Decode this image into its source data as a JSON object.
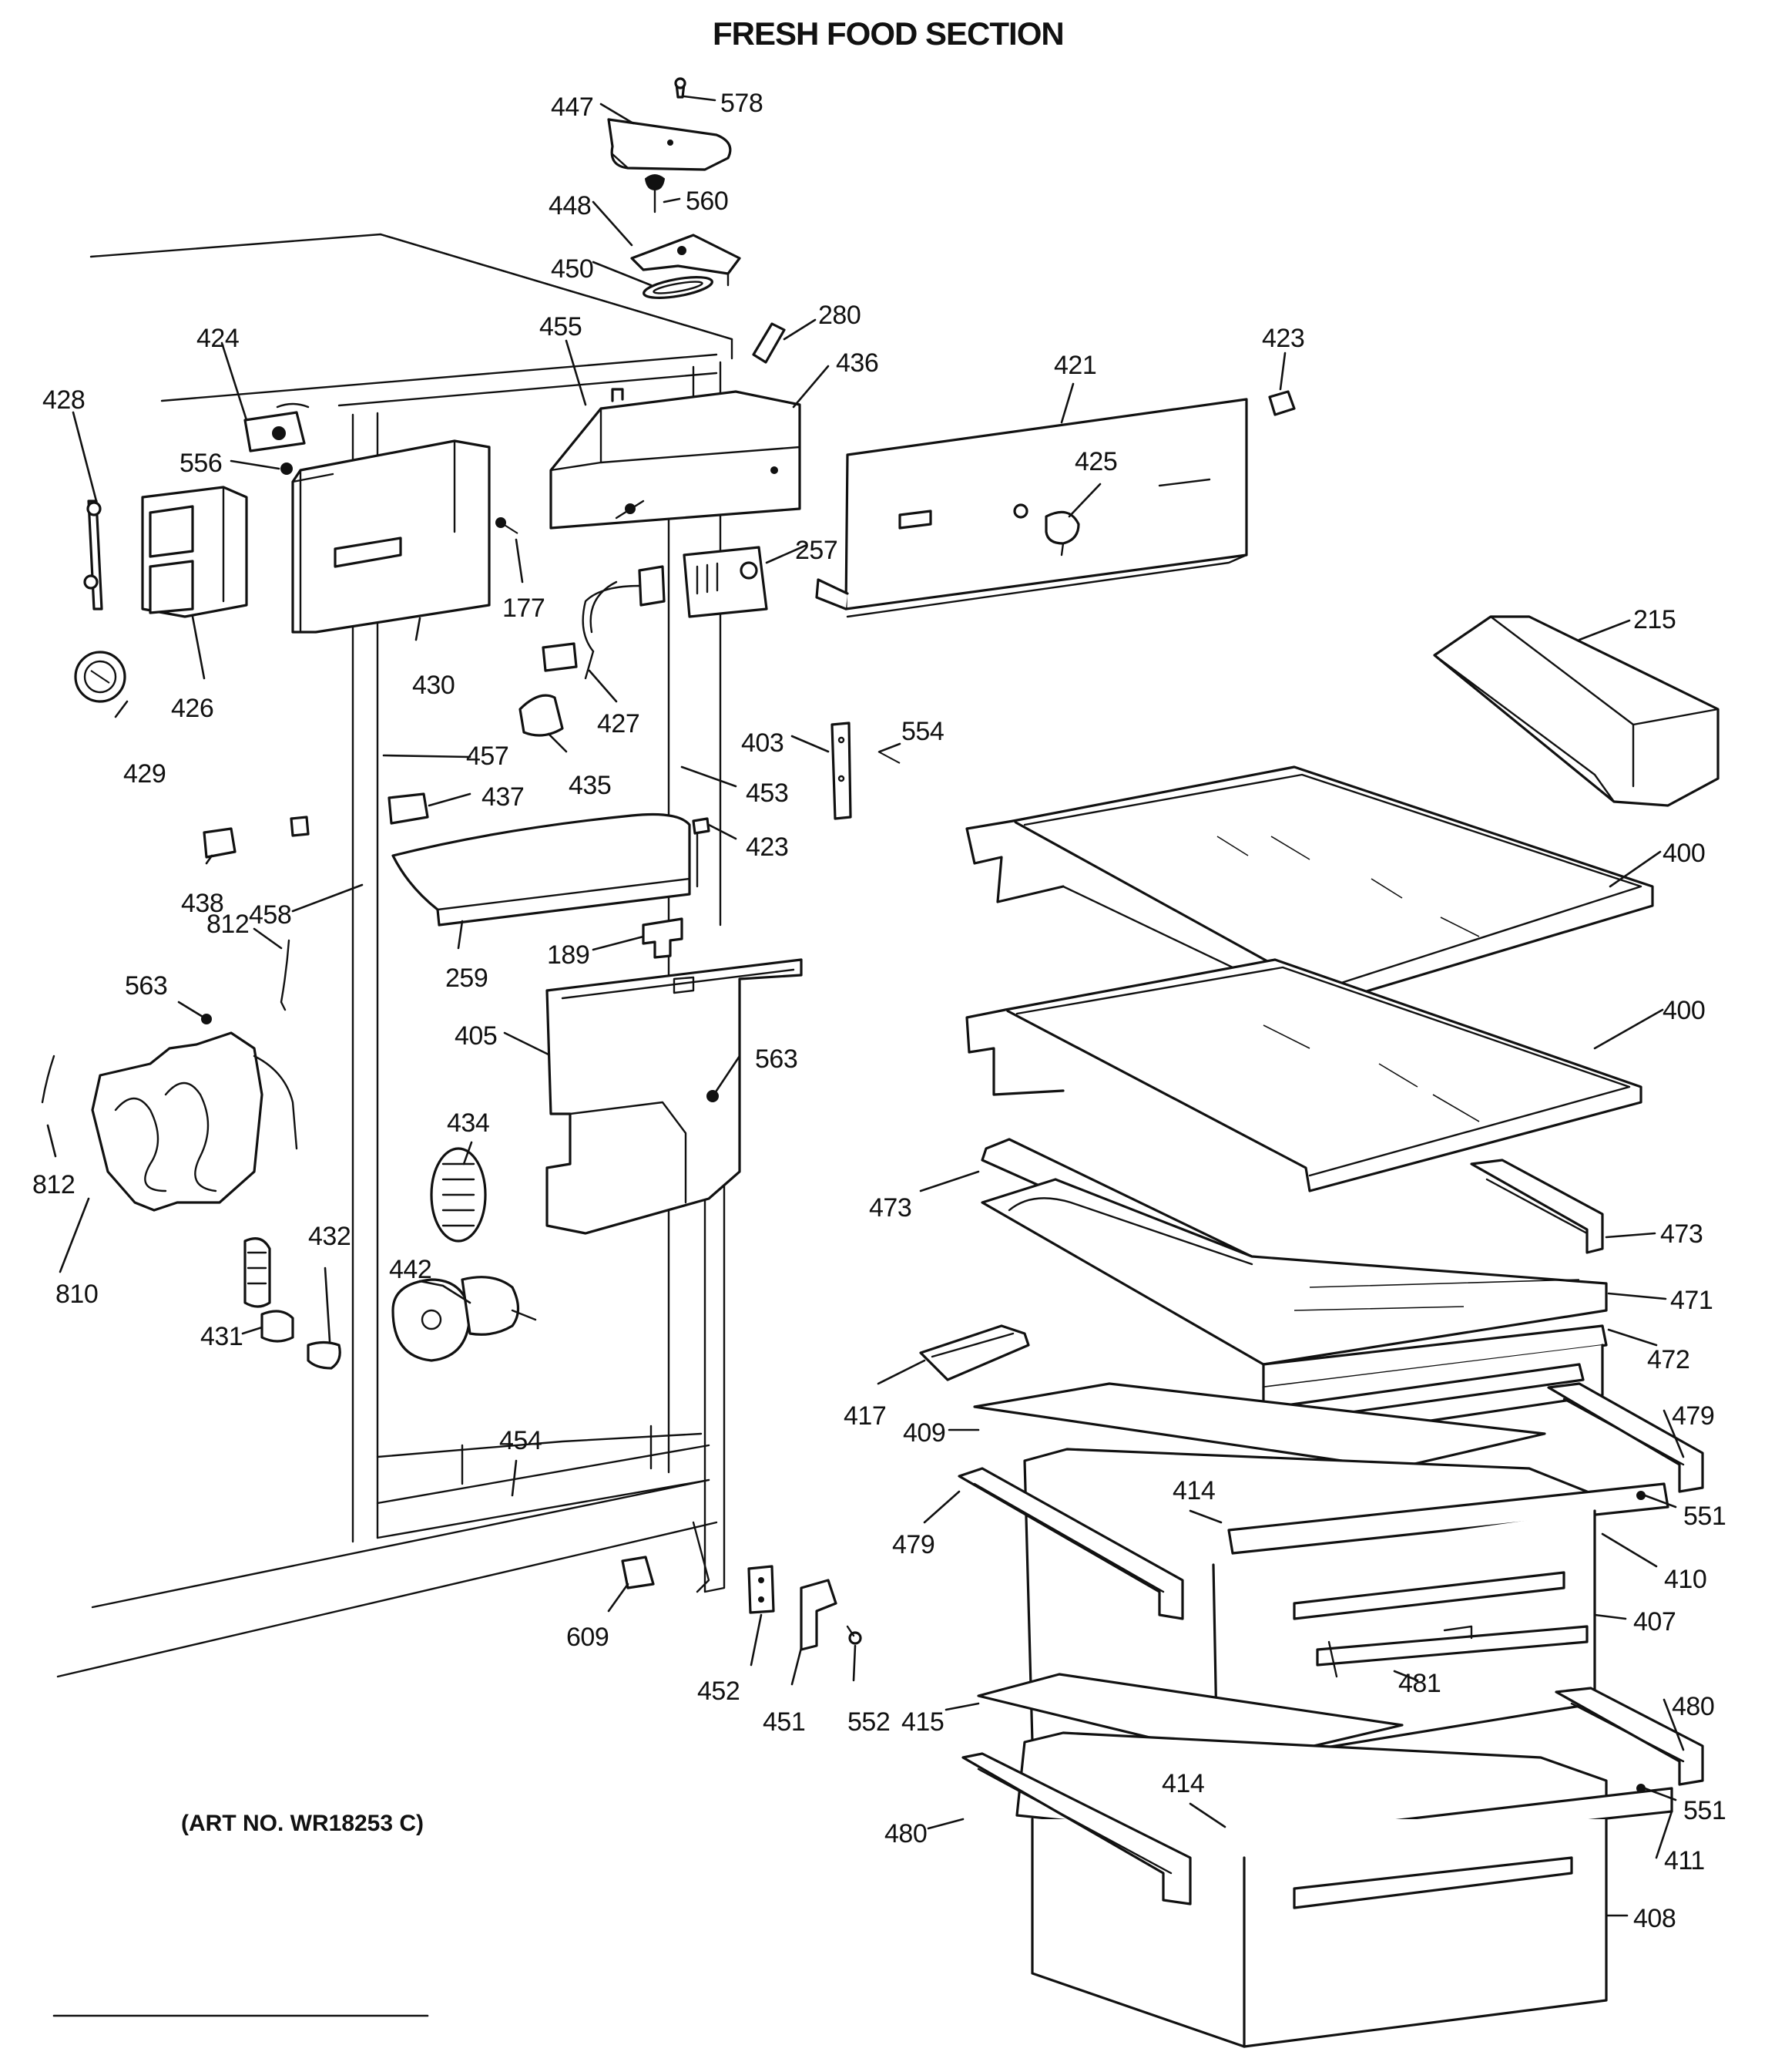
{
  "title": "FRESH FOOD SECTION",
  "art_number": "(ART NO. WR18253 C)",
  "parts": [
    {
      "id": "title",
      "text": "FRESH FOOD SECTION"
    },
    {
      "id": "art",
      "text": "(ART NO. WR18253 C)"
    },
    {
      "id": "l447",
      "text": "447"
    },
    {
      "id": "l578",
      "text": "578"
    },
    {
      "id": "l448",
      "text": "448"
    },
    {
      "id": "l560",
      "text": "560"
    },
    {
      "id": "l450",
      "text": "450"
    },
    {
      "id": "l280",
      "text": "280"
    },
    {
      "id": "l424",
      "text": "424"
    },
    {
      "id": "l455",
      "text": "455"
    },
    {
      "id": "l436",
      "text": "436"
    },
    {
      "id": "l421",
      "text": "421"
    },
    {
      "id": "l423a",
      "text": "423"
    },
    {
      "id": "l428",
      "text": "428"
    },
    {
      "id": "l556",
      "text": "556"
    },
    {
      "id": "l425",
      "text": "425"
    },
    {
      "id": "l257",
      "text": "257"
    },
    {
      "id": "l177",
      "text": "177"
    },
    {
      "id": "l426",
      "text": "426"
    },
    {
      "id": "l430",
      "text": "430"
    },
    {
      "id": "l427",
      "text": "427"
    },
    {
      "id": "l215",
      "text": "215"
    },
    {
      "id": "l429",
      "text": "429"
    },
    {
      "id": "l457",
      "text": "457"
    },
    {
      "id": "l435",
      "text": "435"
    },
    {
      "id": "l403",
      "text": "403"
    },
    {
      "id": "l554",
      "text": "554"
    },
    {
      "id": "l437",
      "text": "437"
    },
    {
      "id": "l453",
      "text": "453"
    },
    {
      "id": "l423b",
      "text": "423"
    },
    {
      "id": "l400a",
      "text": "400"
    },
    {
      "id": "l438",
      "text": "438"
    },
    {
      "id": "l458",
      "text": "458"
    },
    {
      "id": "l812a",
      "text": "812"
    },
    {
      "id": "l259",
      "text": "259"
    },
    {
      "id": "l189",
      "text": "189"
    },
    {
      "id": "l563a",
      "text": "563"
    },
    {
      "id": "l405",
      "text": "405"
    },
    {
      "id": "l563b",
      "text": "563"
    },
    {
      "id": "l400b",
      "text": "400"
    },
    {
      "id": "l434",
      "text": "434"
    },
    {
      "id": "l812b",
      "text": "812"
    },
    {
      "id": "l473a",
      "text": "473"
    },
    {
      "id": "l473b",
      "text": "473"
    },
    {
      "id": "l810",
      "text": "810"
    },
    {
      "id": "l432",
      "text": "432"
    },
    {
      "id": "l442",
      "text": "442"
    },
    {
      "id": "l471",
      "text": "471"
    },
    {
      "id": "l431",
      "text": "431"
    },
    {
      "id": "l472",
      "text": "472"
    },
    {
      "id": "l417",
      "text": "417"
    },
    {
      "id": "l479a",
      "text": "479"
    },
    {
      "id": "l454",
      "text": "454"
    },
    {
      "id": "l409",
      "text": "409"
    },
    {
      "id": "l414a",
      "text": "414"
    },
    {
      "id": "l551a",
      "text": "551"
    },
    {
      "id": "l479b",
      "text": "479"
    },
    {
      "id": "l410",
      "text": "410"
    },
    {
      "id": "l609",
      "text": "609"
    },
    {
      "id": "l407",
      "text": "407"
    },
    {
      "id": "l452",
      "text": "452"
    },
    {
      "id": "l481",
      "text": "481"
    },
    {
      "id": "l451",
      "text": "451"
    },
    {
      "id": "l552",
      "text": "552"
    },
    {
      "id": "l415",
      "text": "415"
    },
    {
      "id": "l480a",
      "text": "480"
    },
    {
      "id": "l414b",
      "text": "414"
    },
    {
      "id": "l551b",
      "text": "551"
    },
    {
      "id": "l480b",
      "text": "480"
    },
    {
      "id": "l411",
      "text": "411"
    },
    {
      "id": "l408",
      "text": "408"
    }
  ]
}
